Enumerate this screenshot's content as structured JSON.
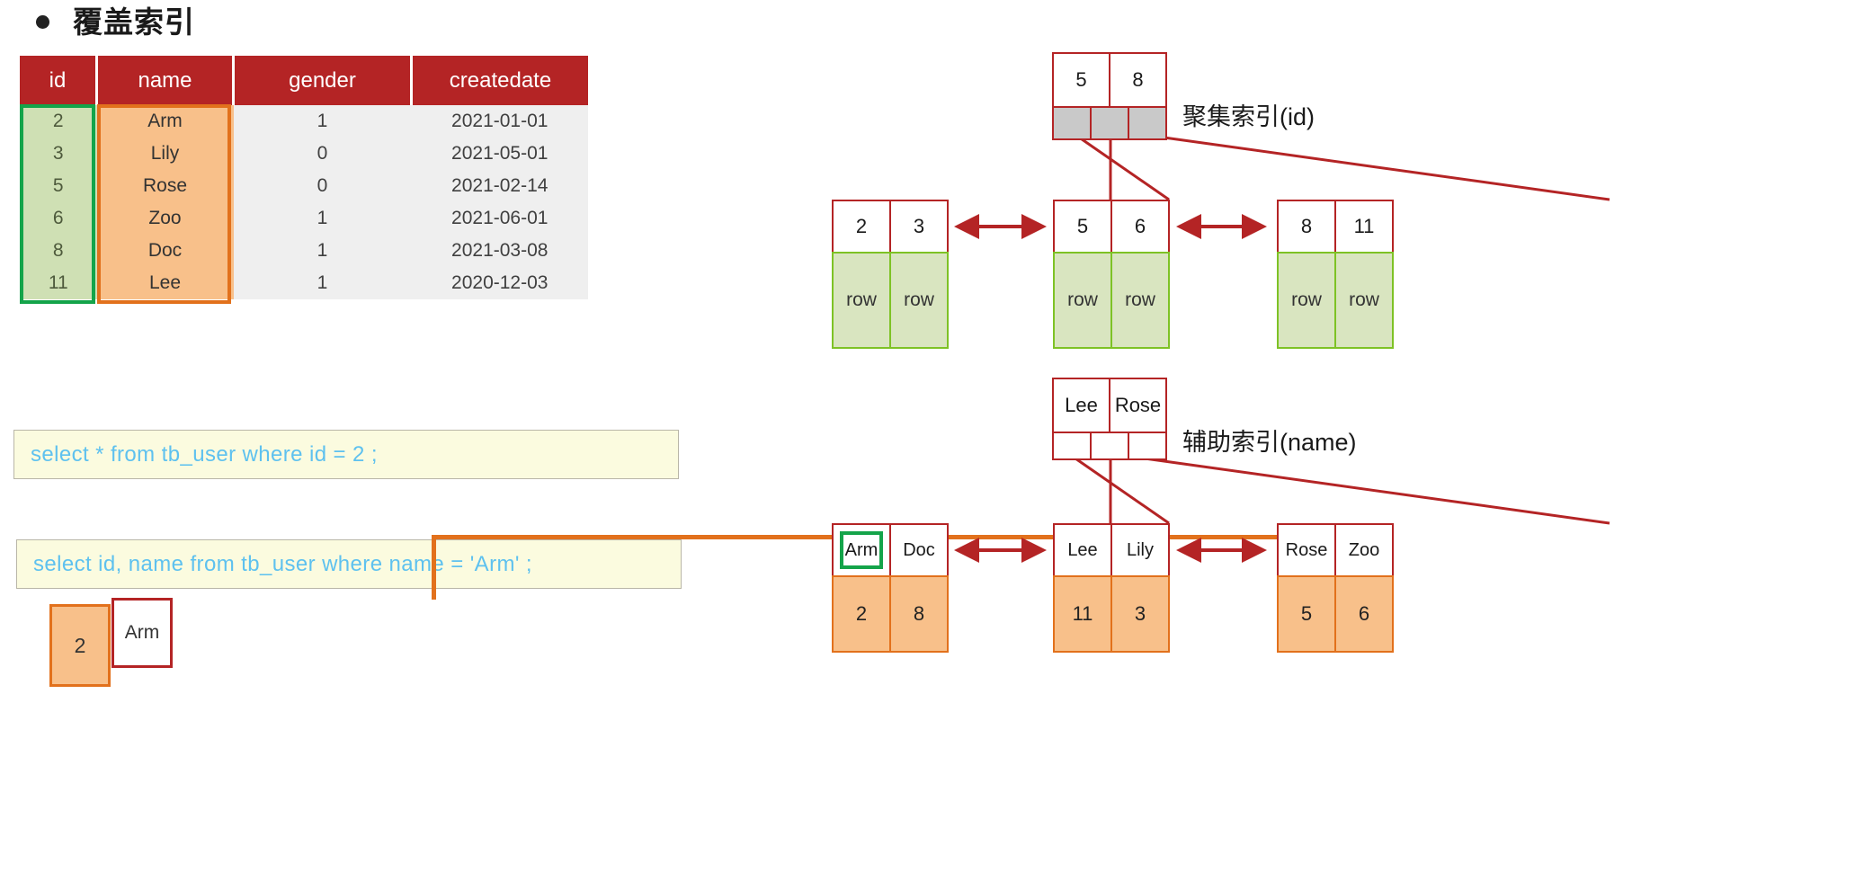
{
  "heading": {
    "bullet": "•",
    "text": "覆盖索引"
  },
  "table": {
    "columns": [
      "id",
      "name",
      "gender",
      "createdate"
    ],
    "rows": [
      {
        "id": "2",
        "name": "Arm",
        "gender": "1",
        "createdate": "2021-01-01"
      },
      {
        "id": "3",
        "name": "Lily",
        "gender": "0",
        "createdate": "2021-05-01"
      },
      {
        "id": "5",
        "name": "Rose",
        "gender": "0",
        "createdate": "2021-02-14"
      },
      {
        "id": "6",
        "name": "Zoo",
        "gender": "1",
        "createdate": "2021-06-01"
      },
      {
        "id": "8",
        "name": "Doc",
        "gender": "1",
        "createdate": "2021-03-08"
      },
      {
        "id": "11",
        "name": "Lee",
        "gender": "1",
        "createdate": "2020-12-03"
      }
    ],
    "highlight_id_color": "#14a44a",
    "highlight_name_color": "#e2711c",
    "header_color": "#b42425",
    "id_cell_color": "#cfe0b4",
    "name_cell_color": "#f8c08a"
  },
  "queries": {
    "q1": "select * from tb_user where id = 2 ;",
    "q2": "select id, name from tb_user where name = 'Arm' ;"
  },
  "result": {
    "id": "2",
    "name": "Arm"
  },
  "clustered_index": {
    "label": "聚集索引(id)",
    "root": {
      "keys": [
        "5",
        "8"
      ],
      "pointers": [
        "",
        "",
        ""
      ],
      "pointer_fill": "#c9c9c9"
    },
    "leaves": [
      {
        "keys": [
          "2",
          "3"
        ],
        "data": [
          "row",
          "row"
        ]
      },
      {
        "keys": [
          "5",
          "6"
        ],
        "data": [
          "row",
          "row"
        ]
      },
      {
        "keys": [
          "8",
          "11"
        ],
        "data": [
          "row",
          "row"
        ]
      }
    ],
    "data_cell_color": "#d9e5c0"
  },
  "secondary_index": {
    "label": "辅助索引(name)",
    "root": {
      "keys": [
        "Lee",
        "Rose"
      ],
      "pointers": [
        "",
        "",
        ""
      ],
      "pointer_fill": "#ffffff"
    },
    "leaves": [
      {
        "keys": [
          "Arm",
          "Doc"
        ],
        "data": [
          "2",
          "8"
        ],
        "highlight": 0
      },
      {
        "keys": [
          "Lee",
          "Lily"
        ],
        "data": [
          "11",
          "3"
        ],
        "highlight": -1
      },
      {
        "keys": [
          "Rose",
          "Zoo"
        ],
        "data": [
          "5",
          "6"
        ],
        "highlight": -1
      }
    ],
    "data_cell_color": "#f8c08a"
  }
}
